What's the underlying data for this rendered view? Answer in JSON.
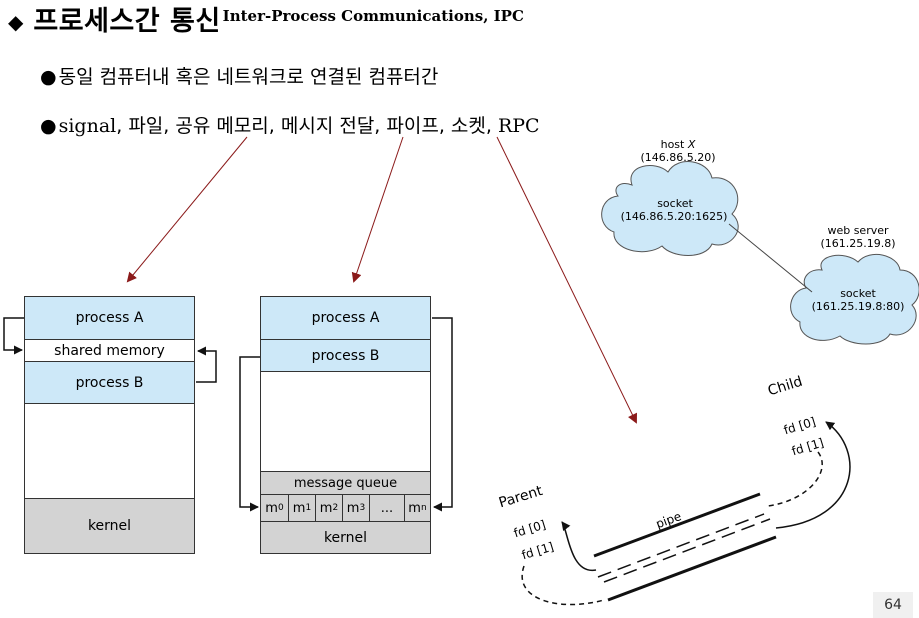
{
  "title": {
    "main": "프로세스간 통신",
    "sub": "Inter-Process Communications, IPC"
  },
  "bullets": [
    {
      "text": "동일 컴퓨터내 혹은 네트워크로 연결된 컴퓨터간"
    },
    {
      "lead": "signal",
      "text": ", 파일, 공유 메모리, 메시지 전달, 파이프, 소켓, ",
      "tail": "RPC"
    }
  ],
  "shared_memory_diagram": {
    "process_a": "process   A",
    "shared_memory": "shared memory",
    "process_b": "process   B",
    "kernel": "kernel"
  },
  "message_passing_diagram": {
    "process_a": "process   A",
    "process_b": "process   B",
    "message_queue": "message queue",
    "slots": [
      "m0",
      "m1",
      "m2",
      "m3",
      "...",
      "mn"
    ],
    "kernel": "kernel"
  },
  "socket_diagram": {
    "host_label": "host X",
    "host_ip": "(146.86.5.20)",
    "host_socket": "socket",
    "host_socket_addr": "(146.86.5.20:1625)",
    "server_label": "web server",
    "server_ip": "(161.25.19.8)",
    "server_socket": "socket",
    "server_socket_addr": "(161.25.19.8:80)"
  },
  "pipe_diagram": {
    "child": "Child",
    "child_fd0": "fd [0]",
    "child_fd1": "fd [1]",
    "parent": "Parent",
    "parent_fd0": "fd [0]",
    "parent_fd1": "fd [1]",
    "pipe": "pipe"
  },
  "page_number": "64",
  "colors": {
    "process_fill": "#cde8f8",
    "kernel_fill": "#d3d3d3",
    "arrow": "#8b1a1a"
  }
}
